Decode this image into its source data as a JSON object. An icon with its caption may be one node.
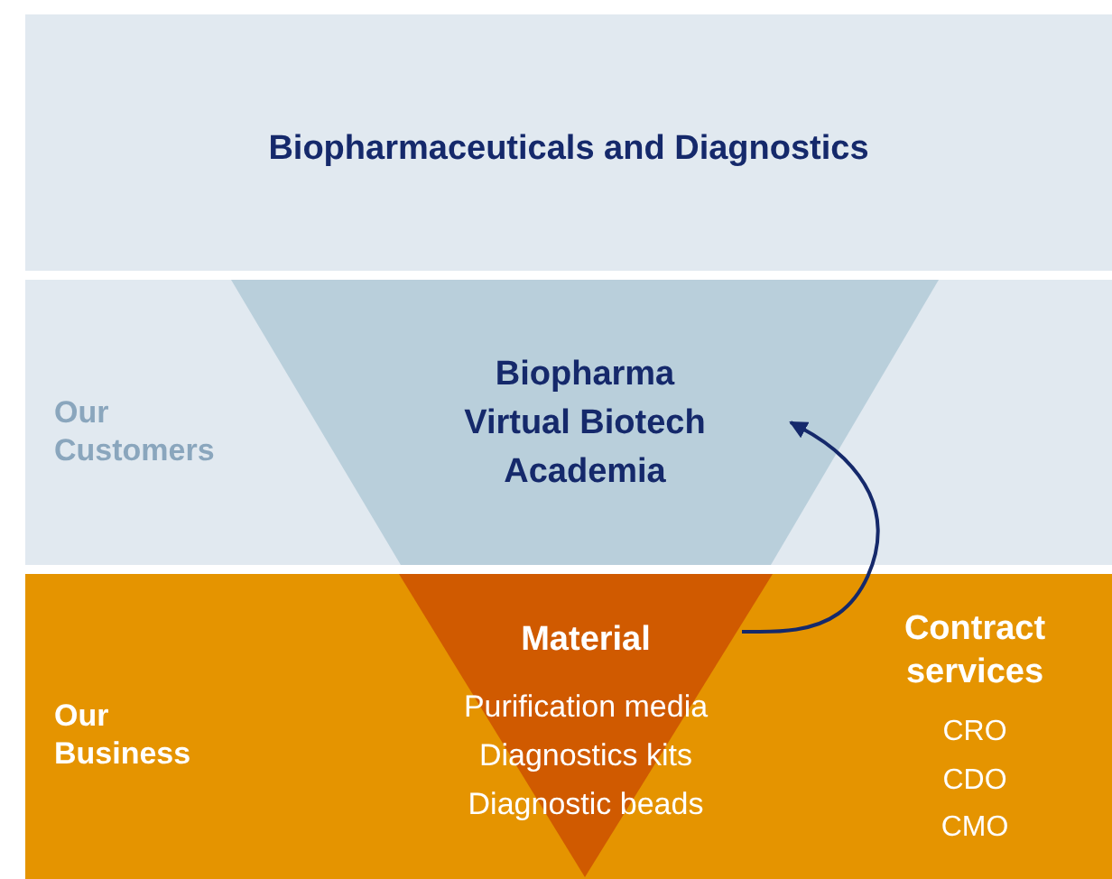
{
  "diagram": {
    "nodes": [
      {
        "text": [
          "Biopharmaceuticals and Diagnostics"
        ]
      },
      {
        "text": [
          "Our Customers"
        ]
      },
      {
        "text": [
          "Biopharma",
          "Virtual Biotech",
          "Academia"
        ],
        "in": 1
      },
      {
        "text": [
          "Our Business"
        ]
      },
      {
        "text": [
          "Material",
          "Purification media",
          "Diagnostics kits",
          "Diagnostic beads"
        ],
        "in": 3
      }
    ],
    "edges": [
      {
        "from": 4,
        "to": 2,
        "arrow": "to",
        "color": "#15296b"
      }
    ],
    "labels": [
      "Contract services",
      "CRO",
      "CDO",
      "CMO"
    ]
  }
}
